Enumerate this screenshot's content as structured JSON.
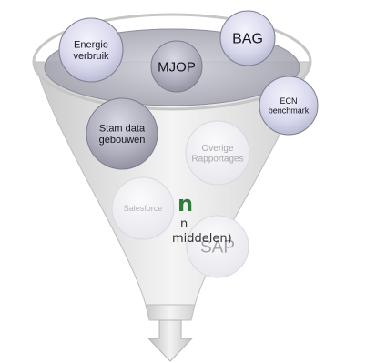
{
  "bubbles": [
    {
      "id": "energie",
      "lines": [
        "Energie",
        "verbruik"
      ],
      "style": "dark"
    },
    {
      "id": "mjop",
      "lines": [
        "MJOP"
      ],
      "style": "dark"
    },
    {
      "id": "bag",
      "lines": [
        "BAG"
      ],
      "style": "dark"
    },
    {
      "id": "ecn",
      "lines": [
        "ECN",
        "benchmark"
      ],
      "style": "dark"
    },
    {
      "id": "stam",
      "lines": [
        "Stam data",
        "gebouwen"
      ],
      "style": "dark"
    },
    {
      "id": "overige",
      "lines": [
        "Overige",
        "Rapportages"
      ],
      "style": "faded"
    },
    {
      "id": "salesforce",
      "lines": [
        "Salesforce"
      ],
      "style": "faded"
    },
    {
      "id": "sap",
      "lines": [
        "SAP"
      ],
      "style": "faded"
    }
  ],
  "side_text": {
    "heading": "n",
    "line1": "n",
    "line2": "middelen)"
  },
  "colors": {
    "funnel_rim": "#a8a8b6",
    "funnel_inner": "#d9d9e1",
    "bubble_dark": "#a4a4b2",
    "bubble_faded": "#ececf0",
    "heading_green": "#2f7d3a"
  }
}
